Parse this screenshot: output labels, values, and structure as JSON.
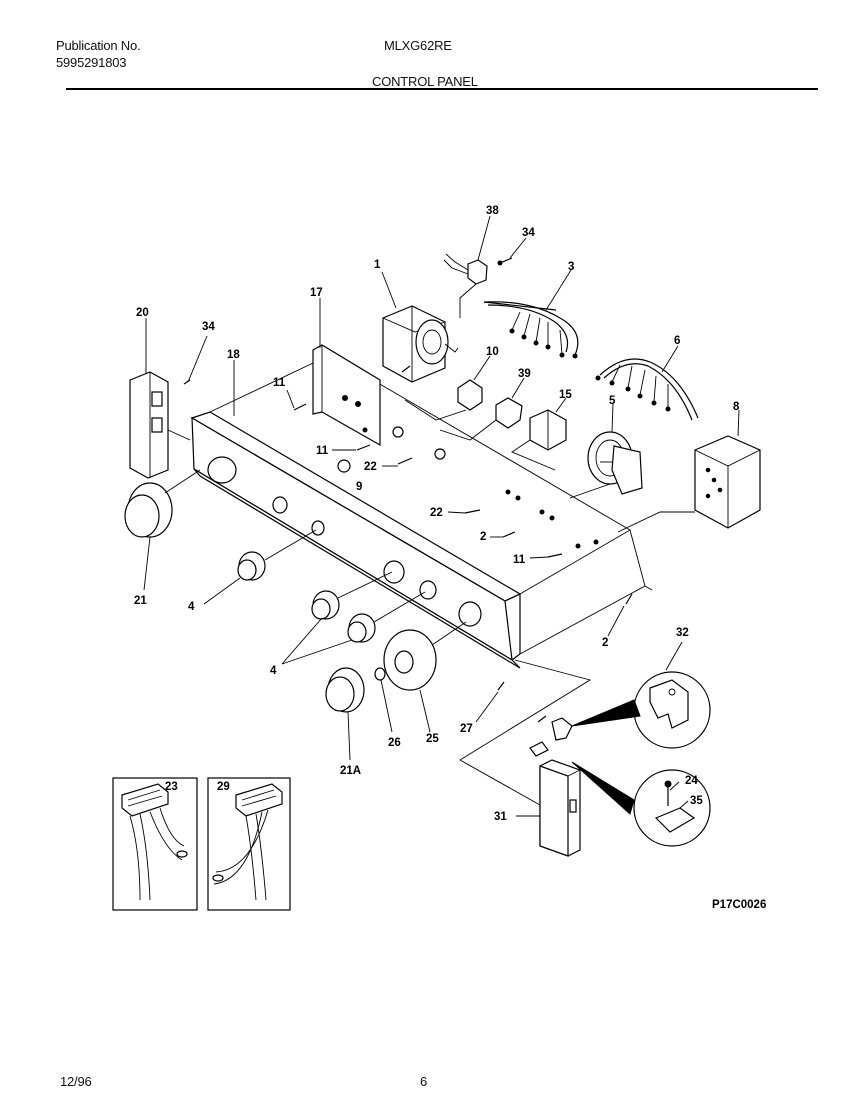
{
  "header": {
    "publication_label": "Publication No.",
    "publication_number": "5995291803",
    "model": "MLXG62RE",
    "section_title": "CONTROL PANEL"
  },
  "footer": {
    "date": "12/96",
    "page_number": "6"
  },
  "diagram": {
    "drawing_code": "P17C0026",
    "callouts": {
      "c38": "38",
      "c34a": "34",
      "c3": "3",
      "c1": "1",
      "c17": "17",
      "c20": "20",
      "c34b": "34",
      "c18": "18",
      "c10": "10",
      "c39": "39",
      "c6": "6",
      "c15": "15",
      "c5": "5",
      "c8": "8",
      "c11a": "11",
      "c11b": "11",
      "c22a": "22",
      "c9": "9",
      "c22b": "22",
      "c2a": "2",
      "c11c": "11",
      "c21": "21",
      "c4a": "4",
      "c2b": "2",
      "c4b": "4",
      "c32": "32",
      "c27": "27",
      "c26": "26",
      "c25": "25",
      "c21a": "21A",
      "c23": "23",
      "c29": "29",
      "c24": "24",
      "c35": "35",
      "c31": "31"
    }
  }
}
